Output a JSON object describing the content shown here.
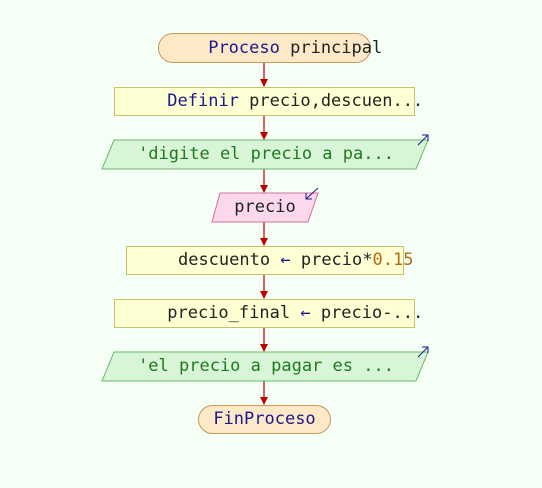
{
  "flowchart": {
    "start": {
      "keyword": "Proceso",
      "name": "principal"
    },
    "define": {
      "keyword": "Definir",
      "rest": "precio,descuen..."
    },
    "output1": {
      "text": "'digite el precio a pa..."
    },
    "input1": {
      "text": "precio"
    },
    "assign1": {
      "target": "descuento",
      "arrow": "←",
      "expr": "precio*",
      "number": "0.15"
    },
    "assign2": {
      "target": "precio_final",
      "arrow": "←",
      "expr": "precio-..."
    },
    "output2": {
      "text": "'el precio a pagar es ..."
    },
    "end": {
      "keyword": "FinProceso"
    }
  },
  "colors": {
    "terminal_fill": "#fde8c8",
    "process_fill": "#ffffd4",
    "output_fill": "#d8f5d8",
    "input_fill": "#fcd8ec",
    "edge": "#c00000",
    "keyword": "#1a1a8c",
    "string": "#1e7a1e",
    "number": "#b06a1a"
  },
  "icons": {
    "output": "arrow-up-right-icon",
    "input": "arrow-down-left-icon"
  }
}
